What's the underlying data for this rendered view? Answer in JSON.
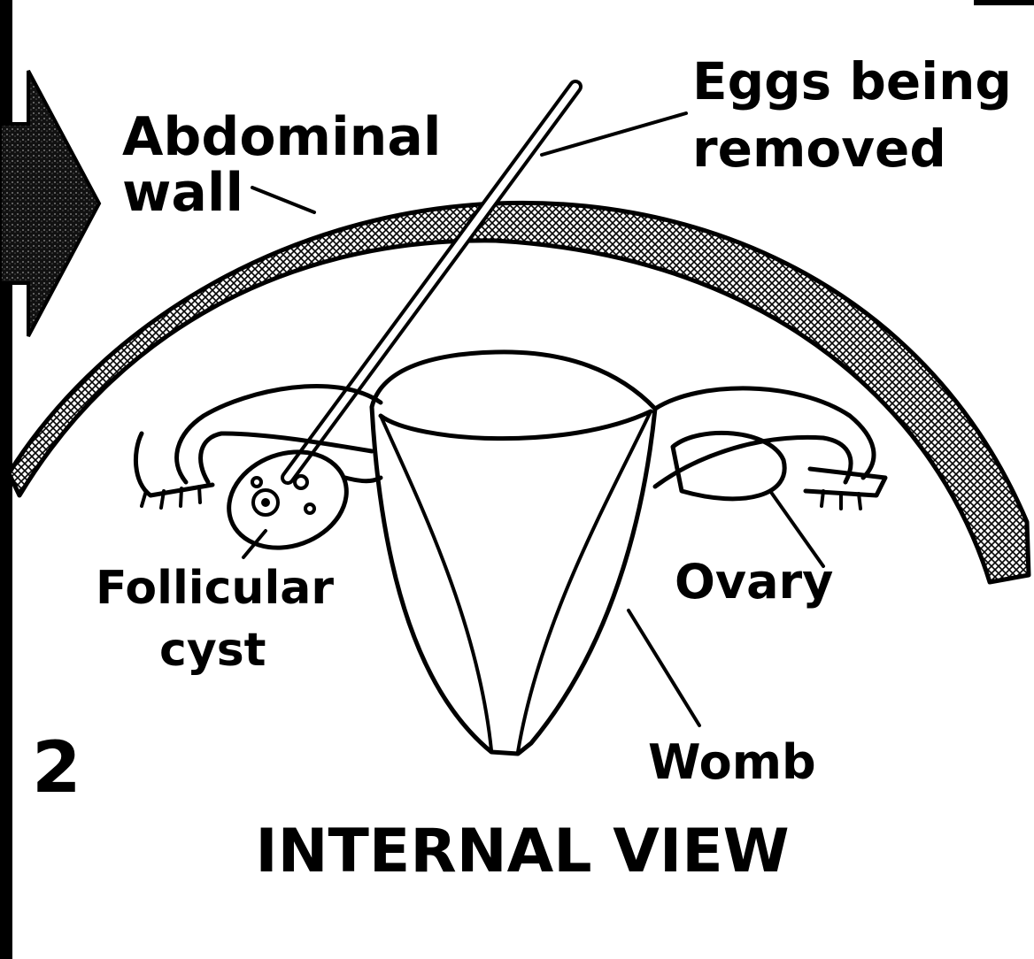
{
  "figure": {
    "panel_number": "2",
    "caption": "INTERNAL VIEW",
    "labels": {
      "abdominal_wall_line1": "Abdominal",
      "abdominal_wall_line2": "wall",
      "eggs_line1": "Eggs being",
      "eggs_line2": "removed",
      "follicular_line1": "Follicular",
      "follicular_line2": "cyst",
      "ovary": "Ovary",
      "womb": "Womb"
    }
  },
  "colors": {
    "ink": "#000000",
    "paper": "#ffffff"
  },
  "icons": {
    "pointer": "right-arrow-icon"
  }
}
